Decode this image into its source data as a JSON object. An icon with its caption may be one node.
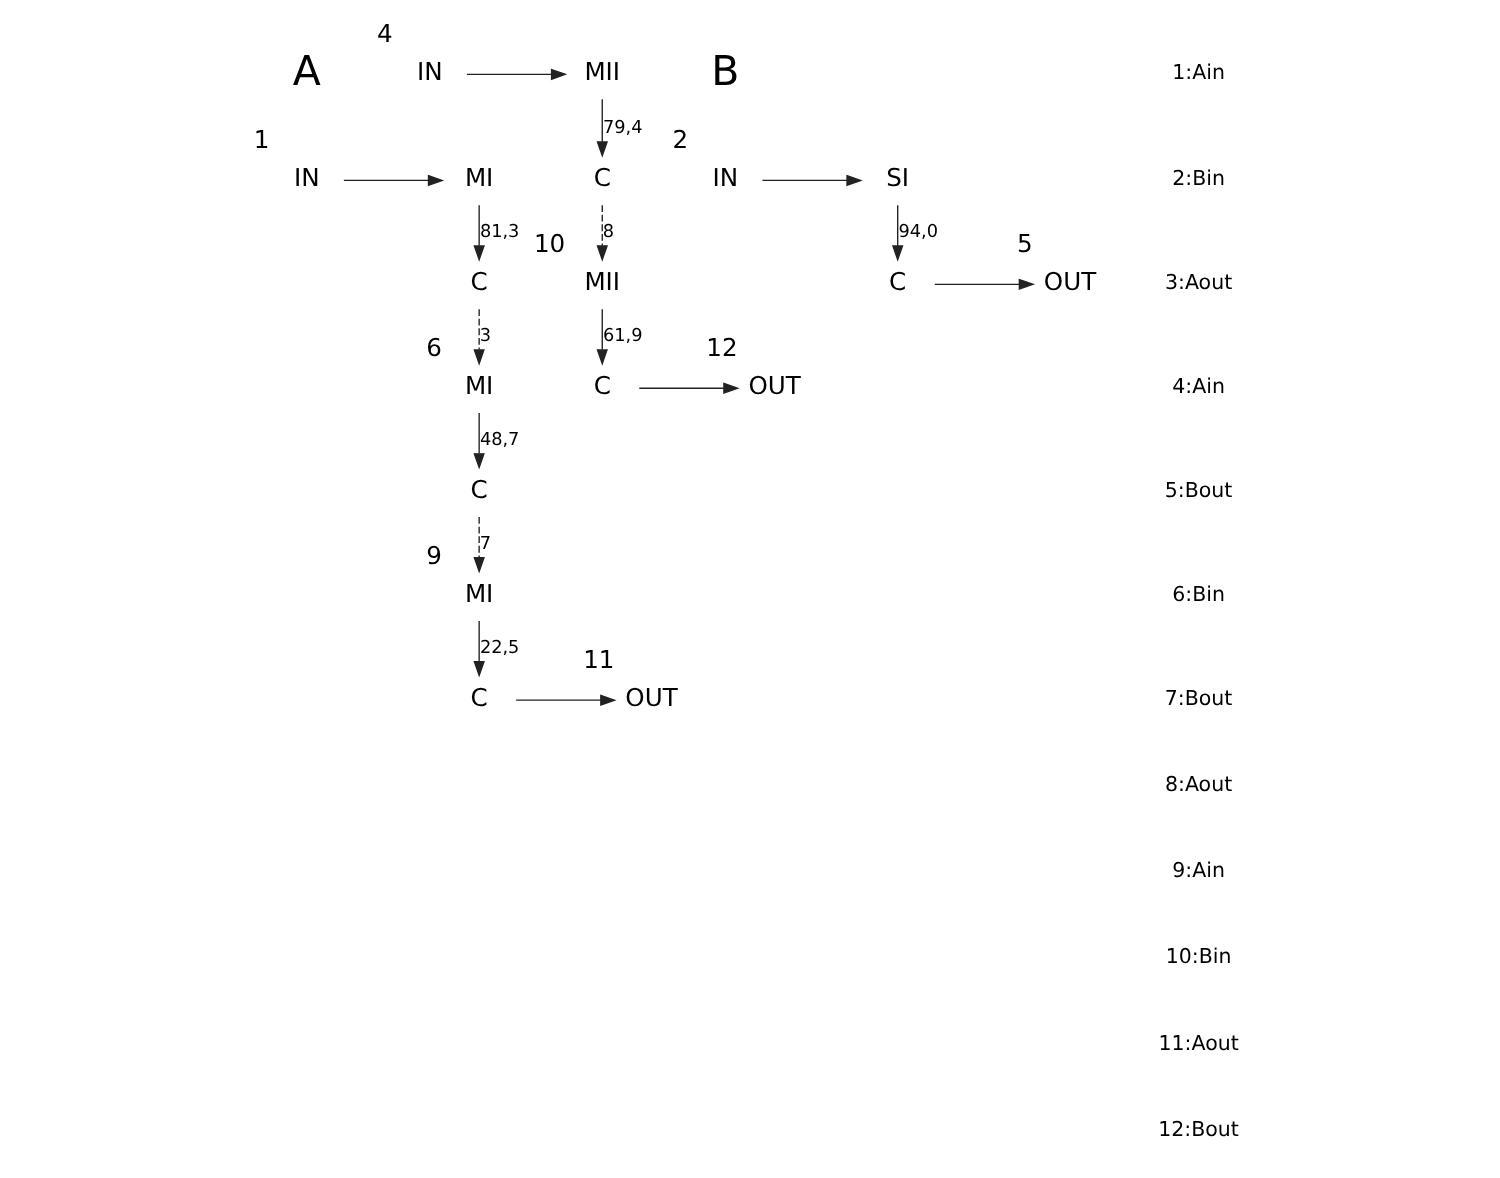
{
  "diagram": {
    "nodes": [
      {
        "text": [
          "IN"
        ],
        "beside": [
          "1"
        ]
      },
      {
        "text": [
          "MI"
        ]
      },
      {
        "text": [
          "C"
        ]
      },
      {
        "text": [
          "IN"
        ],
        "beside": [
          "4"
        ]
      },
      {
        "text": [
          "MII"
        ]
      },
      {
        "text": [
          "C"
        ]
      },
      {
        "text": [
          "MI"
        ],
        "beside": [
          "9"
        ]
      },
      {
        "text": [
          "C"
        ]
      },
      {
        "text": [
          "OUT"
        ],
        "beside": [
          "11"
        ]
      },
      {
        "text": [
          "IN"
        ],
        "beside": [
          "2"
        ]
      },
      {
        "text": [
          "SI"
        ]
      },
      {
        "text": [
          "C"
        ]
      },
      {
        "text": [
          "OUT"
        ],
        "beside": [
          "5"
        ]
      },
      {
        "text": [
          "MI"
        ],
        "beside": [
          "6"
        ]
      },
      {
        "text": [
          "C"
        ]
      },
      {
        "text": [
          "MII"
        ],
        "beside": [
          "10"
        ]
      },
      {
        "text": [
          "C"
        ]
      },
      {
        "text": [
          "OUT"
        ],
        "beside": [
          "12"
        ]
      }
    ],
    "edges": [
      {
        "from": 0,
        "to": 1,
        "arrow": "to"
      },
      {
        "from": 1,
        "to": 2,
        "arrow": "to",
        "label": "81,3"
      },
      {
        "from": 2,
        "to": 13,
        "arrow": "to",
        "label": "3",
        "style": "dashed"
      },
      {
        "from": 3,
        "to": 4,
        "arrow": "to"
      },
      {
        "from": 4,
        "to": 5,
        "arrow": "to",
        "label": "79,4"
      },
      {
        "from": 5,
        "to": 15,
        "arrow": "to",
        "label": "8",
        "style": "dashed"
      },
      {
        "from": 6,
        "to": 7,
        "arrow": "to",
        "label": "22,5"
      },
      {
        "from": 7,
        "to": 8,
        "arrow": "to"
      },
      {
        "from": 9,
        "to": 10,
        "arrow": "to"
      },
      {
        "from": 10,
        "to": 11,
        "arrow": "to",
        "label": "94,0"
      },
      {
        "from": 11,
        "to": 12,
        "arrow": "to"
      },
      {
        "from": 13,
        "to": 14,
        "arrow": "to",
        "label": "48,7"
      },
      {
        "from": 14,
        "to": 6,
        "arrow": "to",
        "label": "7",
        "style": "dashed"
      },
      {
        "from": 15,
        "to": 16,
        "arrow": "to",
        "label": "61,9"
      },
      {
        "from": 16,
        "to": 17,
        "arrow": "to"
      }
    ],
    "labels": [
      "A",
      "B",
      "1:Ain",
      "2:Bin",
      "3:Aout",
      "4:Ain",
      "5:Bout",
      "6:Bin",
      "7:Bout",
      "8:Aout",
      "9:Ain",
      "10:Bin",
      "11:Aout",
      "12:Bout"
    ]
  }
}
